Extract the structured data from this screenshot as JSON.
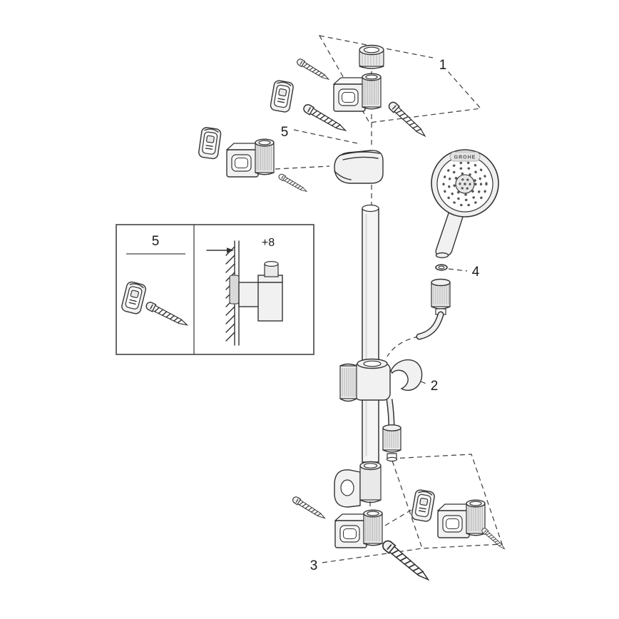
{
  "colors": {
    "background": "#ffffff",
    "line": "#333333"
  },
  "callouts": {
    "top_mount": "1",
    "glide": "2",
    "bottom_mount": "3",
    "gasket": "4",
    "plug": "5"
  },
  "inset": {
    "label": "5",
    "dimension": "+8"
  },
  "brand": "GROHE"
}
